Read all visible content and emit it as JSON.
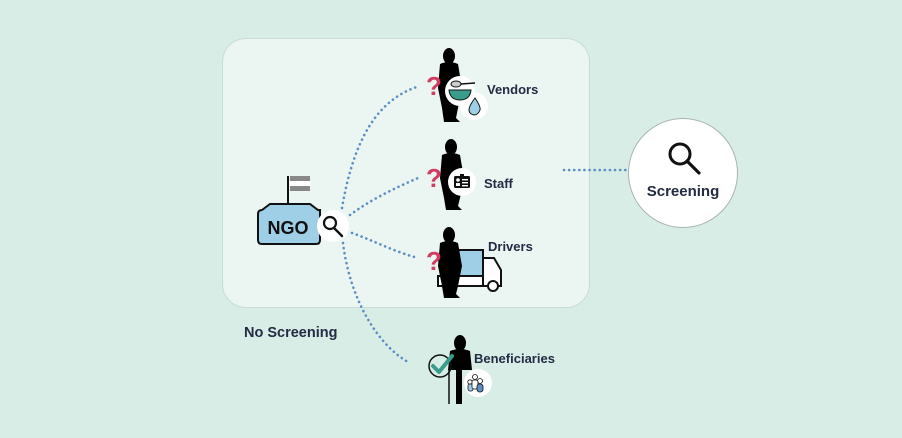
{
  "diagram": {
    "source": {
      "label": "NGO"
    },
    "unscreened_group_label": "No Screening",
    "nodes": [
      {
        "id": "vendors",
        "label": "Vendors",
        "status": "unknown",
        "icons": [
          "food-bowl-icon",
          "water-drop-icon"
        ]
      },
      {
        "id": "staff",
        "label": "Staff",
        "status": "unknown",
        "icons": [
          "id-card-icon"
        ]
      },
      {
        "id": "drivers",
        "label": "Drivers",
        "status": "unknown",
        "icons": [
          "truck-icon"
        ]
      },
      {
        "id": "beneficiaries",
        "label": "Beneficiaries",
        "status": "verified",
        "icons": [
          "people-group-icon"
        ]
      }
    ],
    "screening": {
      "label": "Screening"
    },
    "colors": {
      "background": "#d8ede5",
      "panel": "#ebf5f1",
      "connector": "#5b8fc4",
      "question_mark": "#d23c63",
      "check": "#3a9c8c",
      "accent_light_blue": "#9fcfe6",
      "text": "#232b45"
    }
  }
}
